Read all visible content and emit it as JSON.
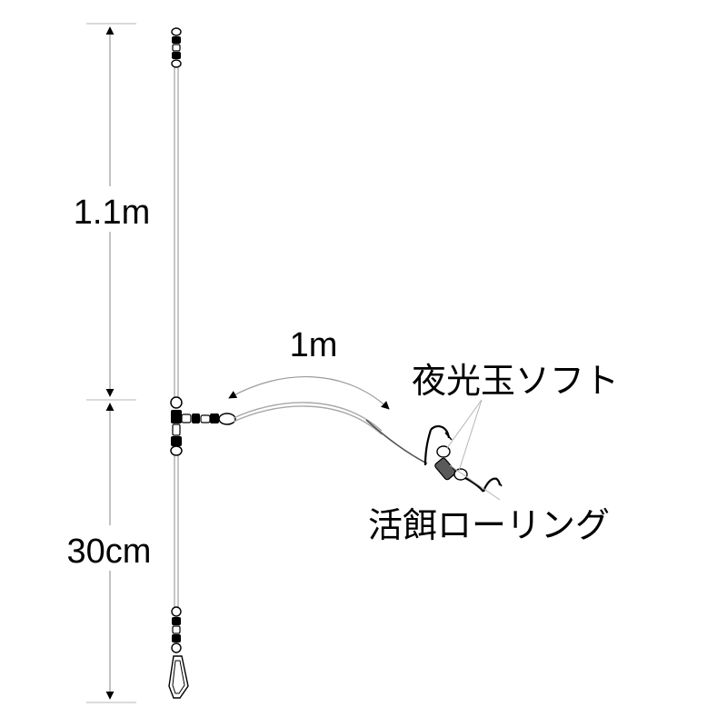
{
  "diagram": {
    "line_color": "#a8a8a8",
    "ink_color": "#000000",
    "dimensions": {
      "upper_length": "1.1m",
      "branch_length": "1m",
      "lower_length": "30cm"
    },
    "labels": {
      "glow_bead": "夜光玉ソフト",
      "swivel_ring": "活餌ローリング"
    }
  }
}
